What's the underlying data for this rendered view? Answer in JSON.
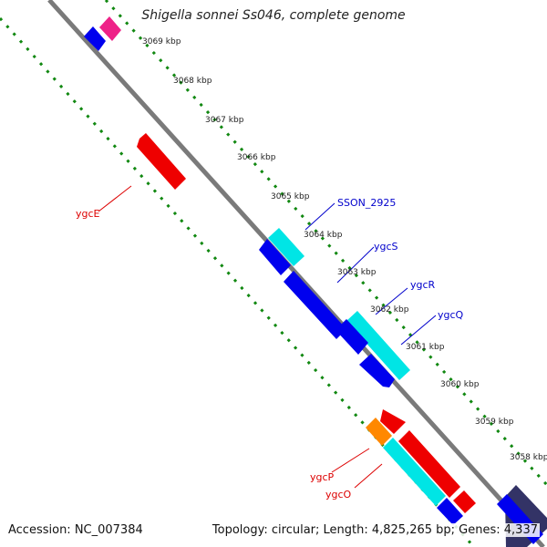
{
  "map": {
    "title": "Shigella sonnei Ss046, complete genome",
    "accession": "Accession: NC_007384",
    "topology": "Topology: circular; Length: 4,825,265 bp; Genes: 4,337"
  },
  "ticks": [
    "3069 kbp",
    "3068 kbp",
    "3067 kbp",
    "3066 kbp",
    "3065 kbp",
    "3064 kbp",
    "3063 kbp",
    "3062 kbp",
    "3061 kbp",
    "3060 kbp",
    "3059 kbp",
    "3058 kbp"
  ],
  "gene_labels": {
    "SSON_2925": "SSON_2925",
    "ygcS": "ygcS",
    "ygcR": "ygcR",
    "ygcQ": "ygcQ",
    "ygcE": "ygcE",
    "ygcP": "ygcP",
    "ygcO": "ygcO"
  },
  "colors": {
    "backbone": "#808080",
    "dots": "#118811",
    "forward_gene": "#0000ee",
    "cds_cyan": "#00e5e5",
    "reverse_gene": "#ee0000",
    "orange_gene": "#ff8800",
    "pink_gene": "#ee2288",
    "dark_gene": "#333366",
    "reverse_label": "#dd0000",
    "forward_label": "#0000cc"
  }
}
